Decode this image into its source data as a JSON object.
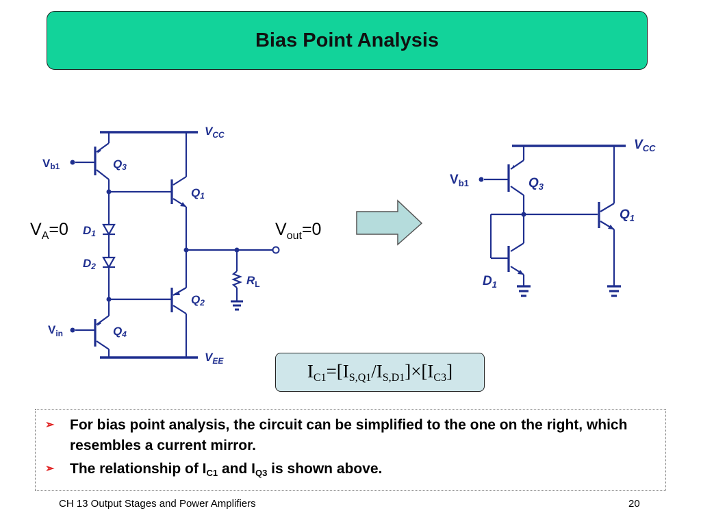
{
  "slide": {
    "title": "Bias Point Analysis",
    "footer_left": "CH 13 Output Stages and Power Amplifiers",
    "footer_right": "20"
  },
  "left_circuit": {
    "vcc": "V",
    "vcc_sub": "CC",
    "vee": "V",
    "vee_sub": "EE",
    "vb1": "V",
    "vb1_sub": "b1",
    "vin": "V",
    "vin_sub": "in",
    "q1": "Q",
    "q1_sub": "1",
    "q2": "Q",
    "q2_sub": "2",
    "q3": "Q",
    "q3_sub": "3",
    "q4": "Q",
    "q4_sub": "4",
    "d1": "D",
    "d1_sub": "1",
    "d2": "D",
    "d2_sub": "2",
    "rl": "R",
    "rl_sub": "L"
  },
  "annotations": {
    "va": "V",
    "va_sub": "A",
    "va_value": "=0",
    "vout": "V",
    "vout_sub": "out",
    "vout_value": "=0"
  },
  "right_circuit": {
    "vcc": "V",
    "vcc_sub": "CC",
    "vb1": "V",
    "vb1_sub": "b1",
    "q1": "Q",
    "q1_sub": "1",
    "q3": "Q",
    "q3_sub": "3",
    "d1": "D",
    "d1_sub": "1"
  },
  "formula": {
    "i1": "I",
    "s1": "C1",
    "eq": "=[I",
    "s2": "S,Q1",
    "slash": "/I",
    "s3": "S,D1",
    "mid": "]×[I",
    "s4": "C3",
    "end": "]"
  },
  "bullets": {
    "b1": "For bias point analysis, the circuit can be simplified to the one on the right, which resembles a current mirror.",
    "b2_a": " The relationship of I",
    "b2_sub1": "C1",
    "b2_b": " and I",
    "b2_sub2": "Q3",
    "b2_c": " is shown above.",
    "marker": "➢"
  },
  "colors": {
    "title_bg": "#12d39a",
    "circuit": "#1f2f8f",
    "arrow_fill": "#b5dcdc",
    "formula_bg": "#cfe6ea",
    "bullet_marker": "#e02020"
  }
}
